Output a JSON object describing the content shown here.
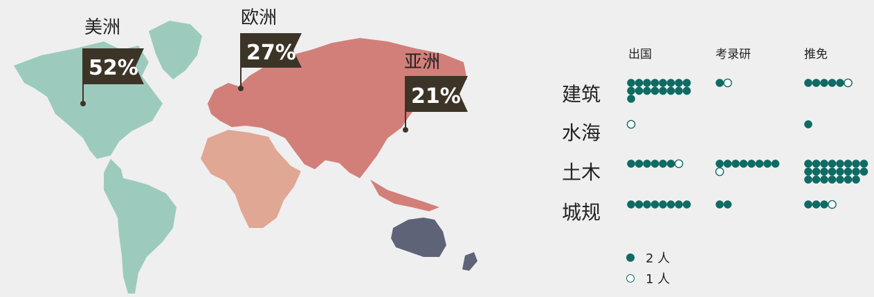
{
  "map": {
    "regions": [
      {
        "name": "美洲",
        "percent": "52%"
      },
      {
        "name": "欧洲",
        "percent": "27%"
      },
      {
        "name": "亚洲",
        "percent": "21%"
      }
    ],
    "colors": {
      "americas": "#9ccbbd",
      "eurasia": "#d27f7a",
      "africa": "#e0a795",
      "oceania": "#5f6378",
      "flag": "#3d3428"
    }
  },
  "chart_data": {
    "type": "table",
    "columns": [
      "出国",
      "考录研",
      "推免"
    ],
    "rows": [
      {
        "label": "建筑",
        "filled": [
          17,
          1,
          5
        ],
        "hollow": [
          0,
          1,
          1
        ]
      },
      {
        "label": "水海",
        "filled": [
          0,
          0,
          1
        ],
        "hollow": [
          1,
          0,
          0
        ]
      },
      {
        "label": "土木",
        "filled": [
          6,
          8,
          23
        ],
        "hollow": [
          1,
          1,
          0
        ]
      },
      {
        "label": "城规",
        "filled": [
          8,
          2,
          3
        ],
        "hollow": [
          0,
          0,
          1
        ]
      }
    ],
    "legend": [
      {
        "symbol": "filled",
        "label": "2 人"
      },
      {
        "symbol": "hollow",
        "label": "1 人"
      }
    ]
  }
}
